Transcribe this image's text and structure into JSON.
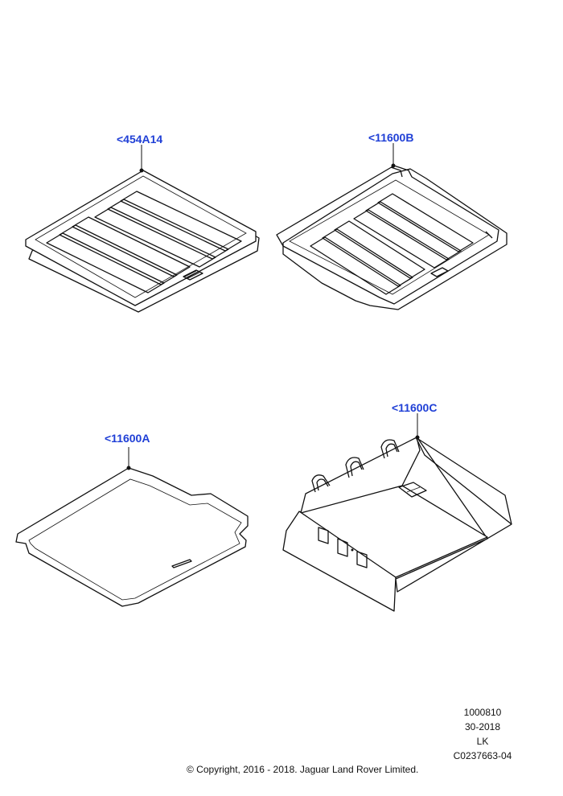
{
  "callouts": [
    {
      "id": "454A14",
      "label": "<454A14"
    },
    {
      "id": "11600B",
      "label": "<11600B"
    },
    {
      "id": "11600A",
      "label": "<11600A"
    },
    {
      "id": "11600C",
      "label": "<11600C"
    }
  ],
  "meta": {
    "code1": "1000810",
    "code2": "30-2018",
    "initials": "LK",
    "drawing_ref": "C0237663-04"
  },
  "copyright": "© Copyright, 2016 - 2018. Jaguar Land Rover Limited.",
  "colors": {
    "callout": "#1f3fd6",
    "line": "#111111",
    "background": "#ffffff"
  }
}
